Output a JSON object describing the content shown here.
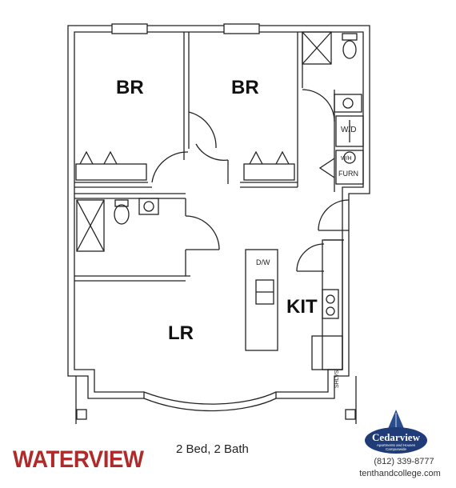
{
  "plan": {
    "name": "WATERVIEW",
    "size": "2 Bed, 2 Bath"
  },
  "rooms": {
    "bedroom_left": "BR",
    "bedroom_right": "BR",
    "living_room": "LR",
    "kitchen": "KIT"
  },
  "fixtures": {
    "washer_dryer": "W/D",
    "furnace": "FURN",
    "dishwasher": "D/W",
    "hot_water": "W/H",
    "pantry": "SHLVS"
  },
  "brand": {
    "name": "Cedarview",
    "tagline_1": "Apartments and Houses",
    "tagline_2": "Campuswide",
    "phone": "(812) 339-8777",
    "website": "tenthandcollege.com",
    "colors": {
      "logo": "#1f3b78",
      "plan_name": "#b12a2a"
    }
  }
}
